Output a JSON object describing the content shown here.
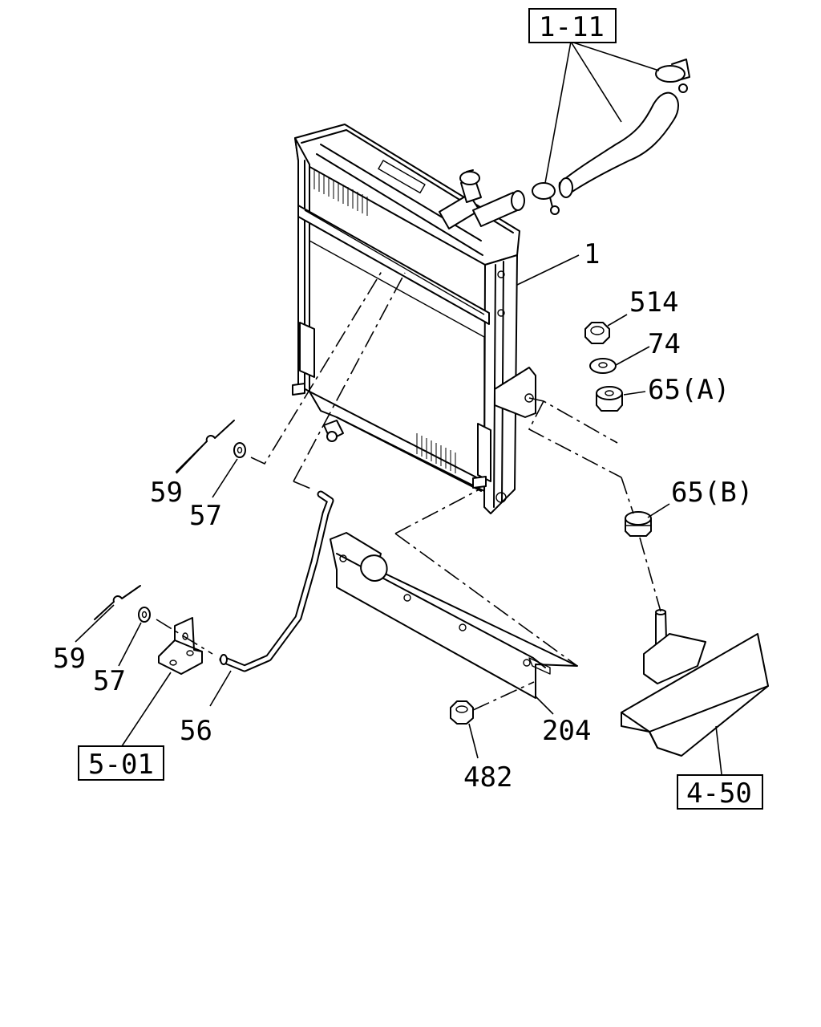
{
  "callouts": {
    "c1": "1",
    "c514": "514",
    "c74": "74",
    "c65a": "65(A)",
    "c65b": "65(B)",
    "c59a": "59",
    "c57a": "57",
    "c59b": "59",
    "c57b": "57",
    "c56": "56",
    "c204": "204",
    "c482": "482"
  },
  "refs": {
    "r111": "1-11",
    "r501": "5-01",
    "r450": "4-50"
  }
}
